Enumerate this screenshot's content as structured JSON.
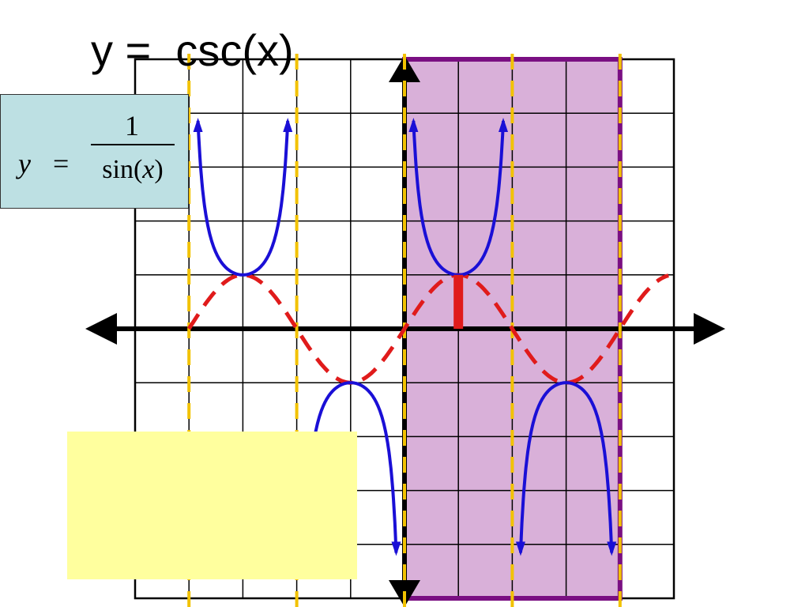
{
  "title": "y =  csc(x)",
  "formula": {
    "lhs": "y",
    "equals": "=",
    "numerator": "1",
    "denominator_fn": "sin(",
    "denominator_var": "x",
    "denominator_close": ")"
  },
  "note": "",
  "colors": {
    "grid": "#000000",
    "csc_curve": "#1a0fd6",
    "sin_curve": "#e01b1b",
    "asymptote": "#f2c200",
    "period_fill": "#d9b0d9",
    "period_border": "#7a0f82",
    "amplitude_marker": "#e01b1b",
    "formula_box": "#bde0e3",
    "note_box": "#ffff9e"
  },
  "chart_data": {
    "type": "line",
    "function": "csc(x)",
    "reference_function": "sin(x)",
    "x_range_grid_units": [
      -5,
      5
    ],
    "y_range_grid_units": [
      -5,
      5
    ],
    "grid": true,
    "asymptotes_grid_units": [
      -4,
      -2,
      0,
      2,
      4
    ],
    "shaded_period_grid_units": [
      0,
      4
    ],
    "amplitude_marker": {
      "x": 1,
      "y_from": 0,
      "y_to": 1
    },
    "curve_extrema": [
      {
        "x": -3,
        "y": 1
      },
      {
        "x": -1,
        "y": -1
      },
      {
        "x": 1,
        "y": 1
      },
      {
        "x": 3,
        "y": -1
      }
    ]
  }
}
